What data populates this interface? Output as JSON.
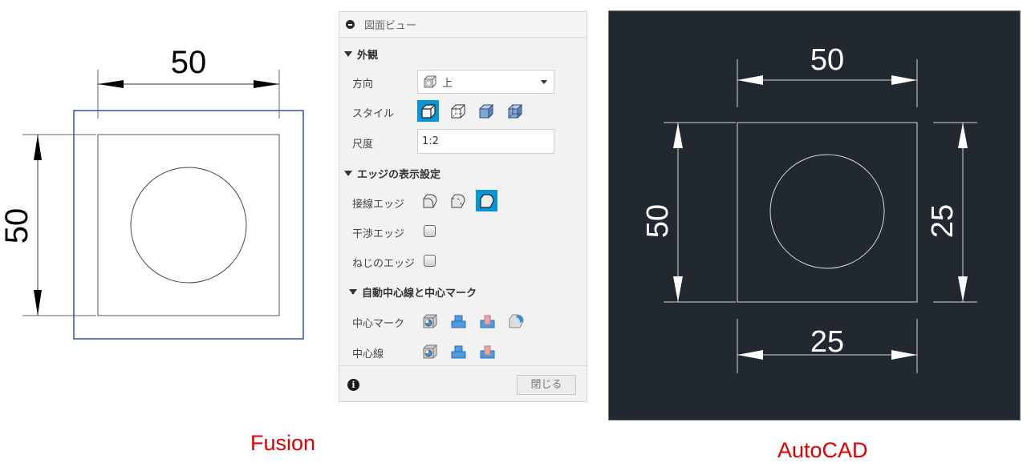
{
  "fusion_drawing": {
    "dim_top": "50",
    "dim_left": "50",
    "frame_color": "#2f56a0",
    "line_color": "#333333"
  },
  "panel": {
    "title": "図面ビュー",
    "sections": {
      "appearance": {
        "label": "外観",
        "orientation_label": "方向",
        "orientation_value": "上",
        "style_label": "スタイル",
        "style_options": [
          "visible-edges",
          "visible-and-hidden-edges",
          "shaded",
          "shaded-hidden-edges"
        ],
        "style_selected_index": 0,
        "scale_label": "尺度",
        "scale_value": "1:2"
      },
      "edge_display": {
        "label": "エッジの表示設定",
        "tangent_label": "接線エッジ",
        "tangent_selected_index": 2,
        "interference_label": "干渉エッジ",
        "interference_checked": false,
        "thread_label": "ねじのエッジ",
        "thread_checked": false
      },
      "centerlines": {
        "label": "自動中心線と中心マーク",
        "center_mark_label": "中心マーク",
        "centerline_label": "中心線"
      }
    },
    "footer": {
      "info_icon": "i",
      "close_label": "閉じる"
    },
    "accent_color": "#0696d7"
  },
  "autocad_drawing": {
    "dim_top": "50",
    "dim_left": "50",
    "dim_right": "25",
    "dim_bottom": "25",
    "background": "#212830"
  },
  "captions": {
    "fusion": "Fusion",
    "autocad": "AutoCAD",
    "color": "#e00000"
  }
}
